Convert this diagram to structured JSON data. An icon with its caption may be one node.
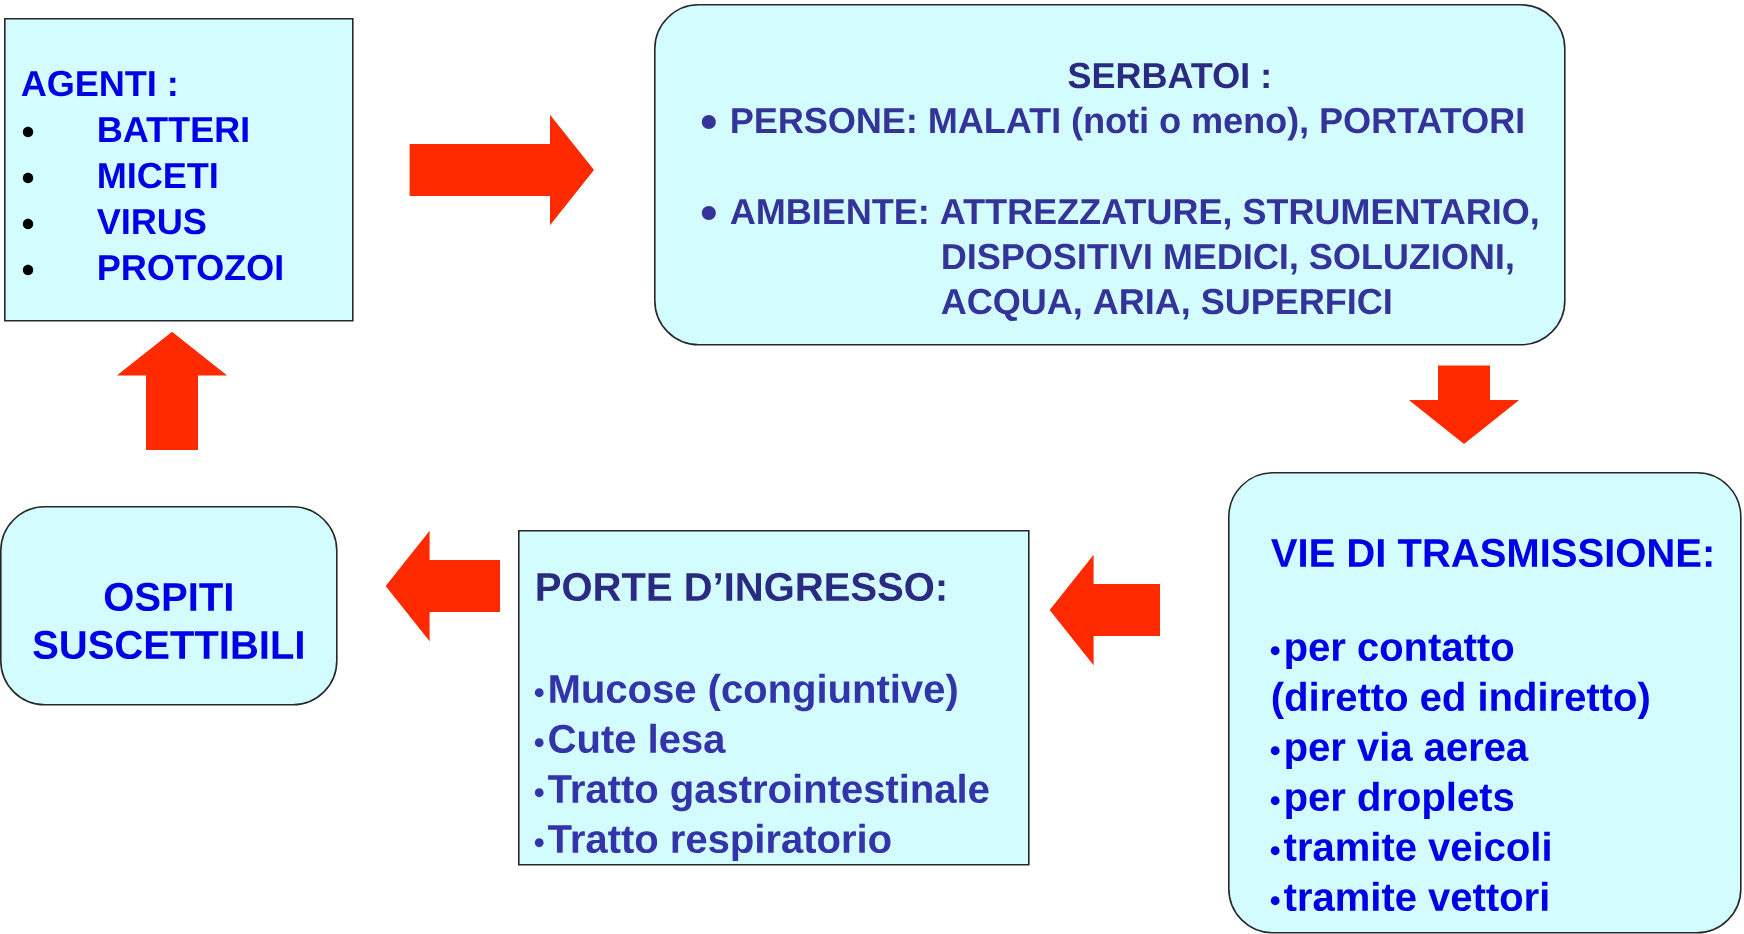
{
  "diagram": {
    "nodes": [
      {
        "text": [
          "AGENTI :",
          "BATTERI",
          "MICETI",
          "VIRUS",
          "PROTOZOI"
        ]
      },
      {
        "text": [
          "SERBATOI :",
          "**PERSONE**: MALATI (noti o meno), PORTATORI",
          "**AMBIENTE**: ATTREZZATURE, STRUMENTARIO, DISPOSITIVI MEDICI, SOLUZIONI, ACQUA, ARIA, SUPERFICI"
        ]
      },
      {
        "text": [
          "VIE DI TRASMISSIONE:",
          "per contatto (diretto ed indiretto)",
          "per via aerea",
          "per droplets",
          "tramite veicoli",
          "tramite vettori"
        ]
      },
      {
        "text": [
          "PORTE D’INGRESSO:",
          "Mucose (congiuntive)",
          "Cute lesa",
          "Tratto gastrointestinale",
          "Tratto respiratorio"
        ]
      },
      {
        "text": [
          "OSPITI SUSCETTIBILI"
        ]
      }
    ],
    "edges": [
      {
        "from": 0,
        "to": 1,
        "arrow": "to"
      },
      {
        "from": 1,
        "to": 2,
        "arrow": "to"
      },
      {
        "from": 2,
        "to": 3,
        "arrow": "to"
      },
      {
        "from": 3,
        "to": 4,
        "arrow": "to"
      },
      {
        "from": 4,
        "to": 0,
        "arrow": "to"
      }
    ]
  }
}
